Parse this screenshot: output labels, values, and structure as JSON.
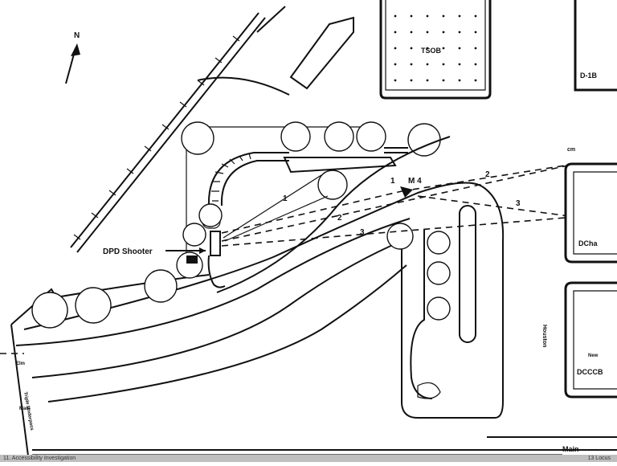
{
  "labels": {
    "north": "N",
    "tsob": "TSOB",
    "d1b": "D-1B",
    "dpd_shooter": "DPD Shooter",
    "m4": "M 4",
    "line1_a": "1",
    "line1_b": "1",
    "line2_a": "2",
    "line2_b": "2",
    "line3_a": "3",
    "line3_b": "3",
    "pole_top": "cm",
    "dcha": "DCha",
    "houston": "Houston",
    "new": "New",
    "dcccb": "DCCCB",
    "elm": "Elm",
    "main_left": "Main",
    "main_right": "Main",
    "triple_underpass": "Triple Underpass"
  },
  "footer": {
    "left": "11. Accessibility Investigation",
    "right": "13 Locus"
  }
}
